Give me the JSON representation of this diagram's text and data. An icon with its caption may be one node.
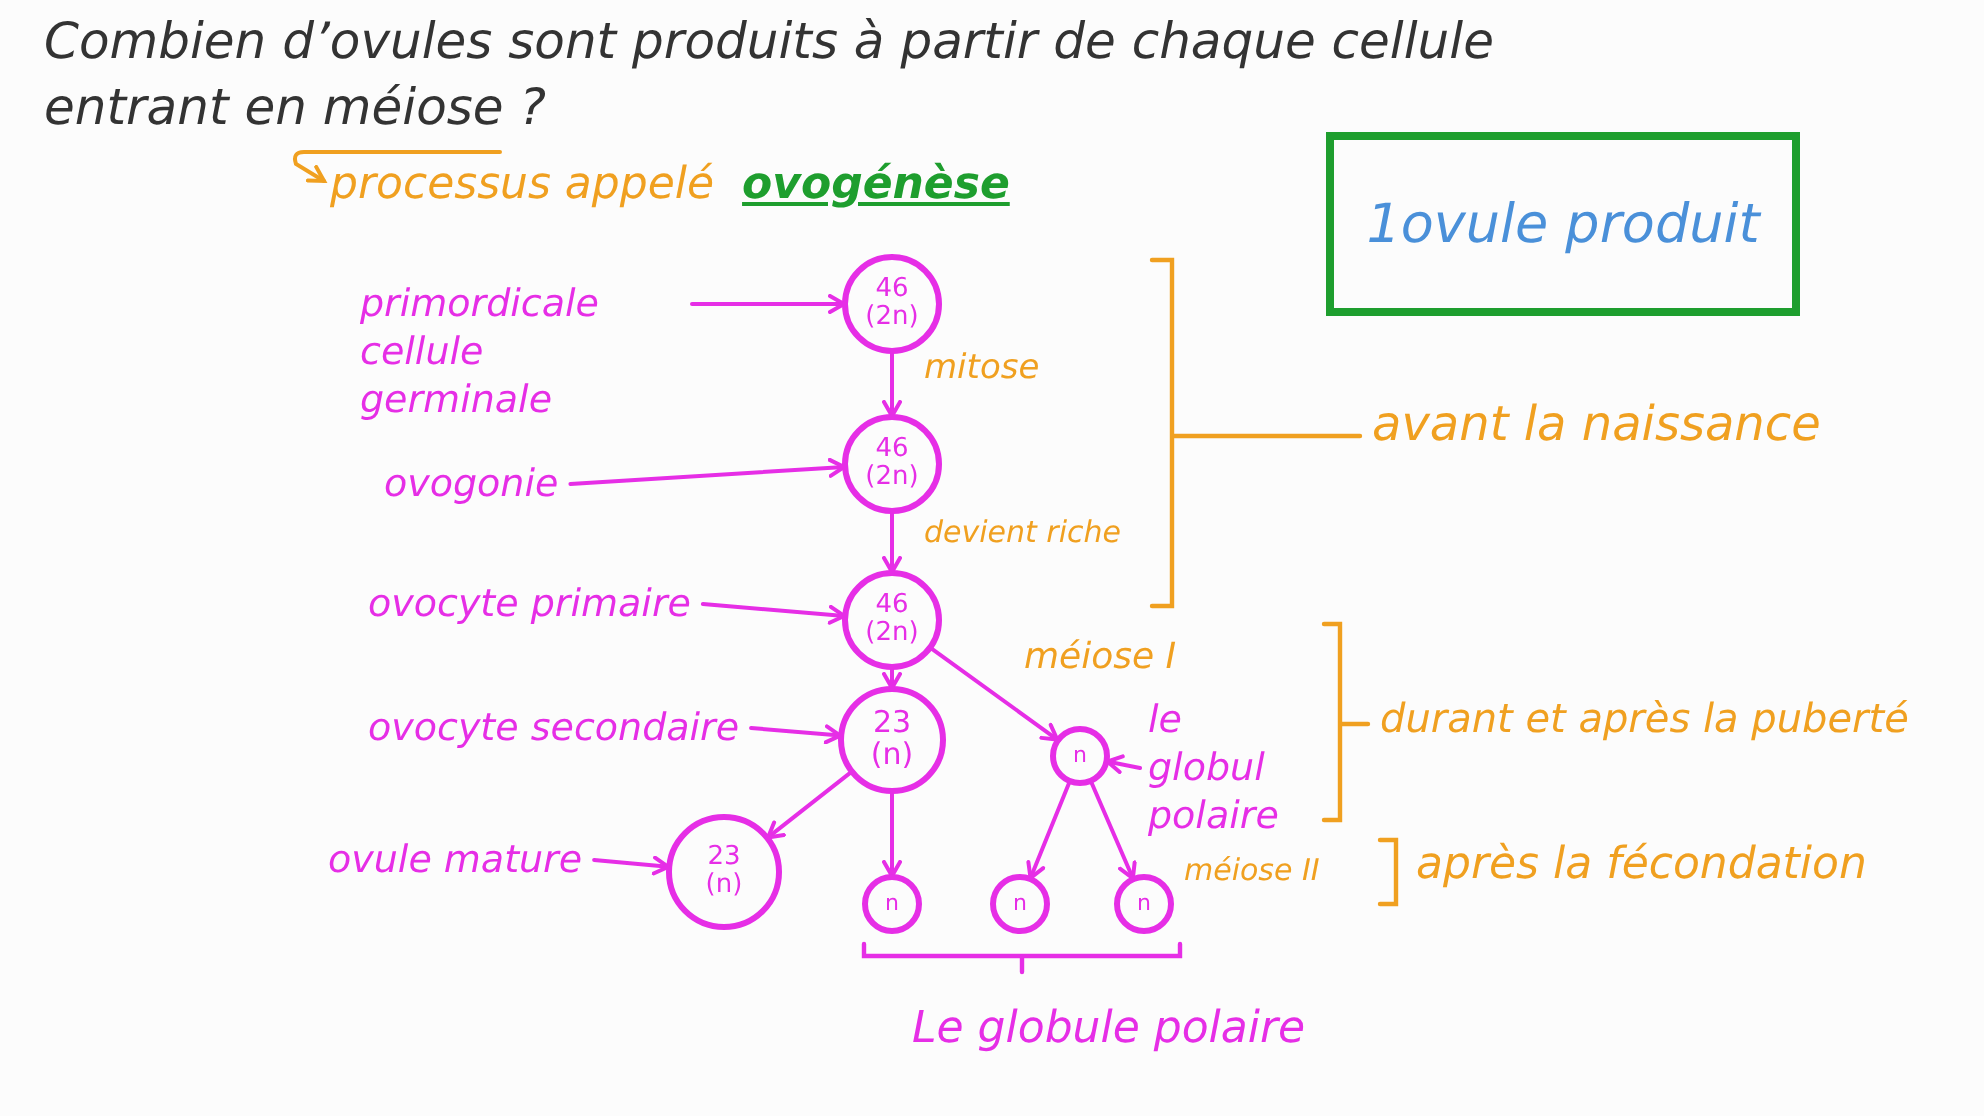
{
  "diagram": {
    "title": "Combien d’ovules sont produits à partir de chaque cellule entrant en méiose ?",
    "nodes": [
      {
        "text": [
          "processus appelé",
          "ovogénèse"
        ]
      },
      {
        "text": [
          "1ovule produit"
        ]
      },
      {
        "text": [
          "46 (2n)"
        ]
      },
      {
        "text": [
          "46 (2n)"
        ]
      },
      {
        "text": [
          "46 (2n)"
        ]
      },
      {
        "text": [
          "23 (n)"
        ]
      },
      {
        "text": [
          "n"
        ]
      },
      {
        "text": [
          "23 (n)"
        ]
      },
      {
        "text": [
          "n"
        ]
      },
      {
        "text": [
          "n"
        ]
      },
      {
        "text": [
          "n"
        ]
      },
      {
        "text": [
          "primordicale cellule germinale"
        ]
      },
      {
        "text": [
          "ovogonie"
        ]
      },
      {
        "text": [
          "ovocyte primaire"
        ]
      },
      {
        "text": [
          "ovocyte secondaire"
        ]
      },
      {
        "text": [
          "ovule mature"
        ]
      },
      {
        "text": [
          "le globul polaire"
        ]
      }
    ],
    "edges": [
      {
        "from": null,
        "to": 0,
        "arrow": "to",
        "color": "#f0a020"
      },
      {
        "from": 11,
        "to": 2,
        "arrow": "to"
      },
      {
        "from": 2,
        "to": 3,
        "arrow": "to"
      },
      {
        "from": 12,
        "to": 3,
        "arrow": "to"
      },
      {
        "from": 3,
        "to": 4,
        "arrow": "to"
      },
      {
        "from": 13,
        "to": 4,
        "arrow": "to"
      },
      {
        "from": 4,
        "to": 5,
        "arrow": "to"
      },
      {
        "from": 4,
        "to": 6,
        "arrow": "to"
      },
      {
        "from": 14,
        "to": 5,
        "arrow": "to"
      },
      {
        "from": 16,
        "to": 6,
        "arrow": "to"
      },
      {
        "from": 5,
        "to": 7,
        "arrow": "to"
      },
      {
        "from": 5,
        "to": 8,
        "arrow": "to"
      },
      {
        "from": 6,
        "to": 9,
        "arrow": "to"
      },
      {
        "from": 6,
        "to": 10,
        "arrow": "to"
      },
      {
        "from": 15,
        "to": 7,
        "arrow": "to"
      }
    ],
    "labels": [
      "mitose",
      "devient riche",
      "méiose I",
      "avant la naissance",
      "durant et après la puberté",
      "méiose II",
      "après la fécondation",
      "Le globule polaire"
    ]
  }
}
